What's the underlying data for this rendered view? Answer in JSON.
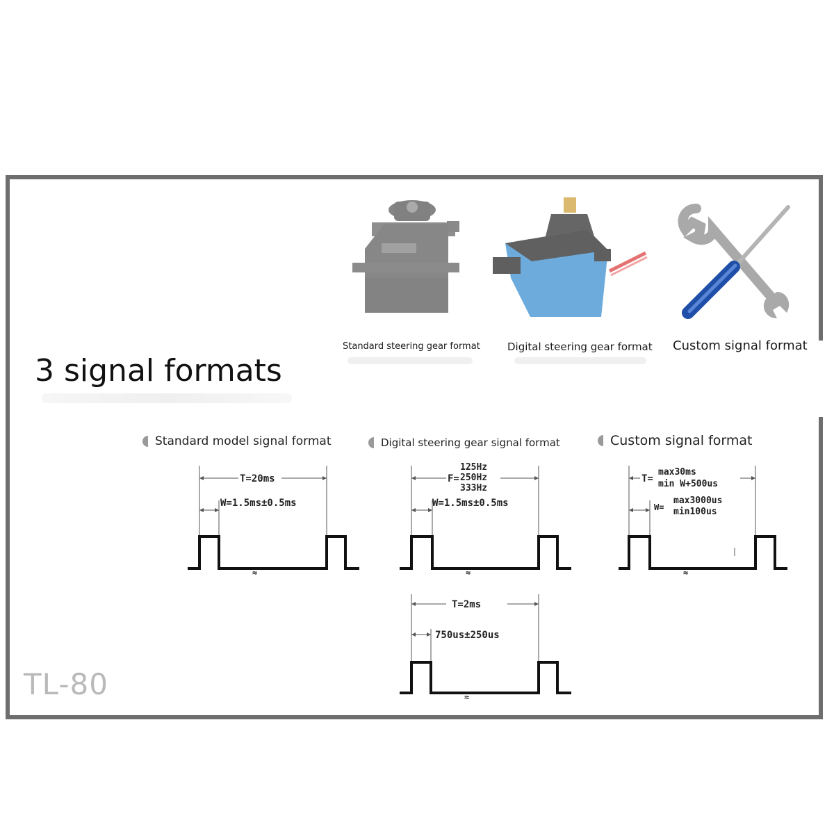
{
  "title": "3 signal formats",
  "brand": "TL-80",
  "products": [
    {
      "caption": "Standard steering gear format",
      "icon": "standard-servo-icon"
    },
    {
      "caption": "Digital steering gear format",
      "icon": "digital-servo-icon"
    },
    {
      "caption": "Custom signal format",
      "icon": "wrench-screwdriver-icon"
    }
  ],
  "sections": [
    {
      "label": "Standard model signal format",
      "t_label": "T=20ms",
      "w_label": "W=1.5ms±0.5ms"
    },
    {
      "label": "Digital steering gear signal format",
      "f_prefix": "F=",
      "f_values": [
        "125Hz",
        "250Hz",
        "333Hz"
      ],
      "w_label": "W=1.5ms±0.5ms"
    },
    {
      "label": "Custom signal format",
      "t_prefix": "T=",
      "t_max": "max30ms",
      "t_min": "min W+500us",
      "w_prefix": "W=",
      "w_max": "max3000us",
      "w_min": "min100us"
    }
  ],
  "extra_wave": {
    "t_label": "T=2ms",
    "w_label": "750us±250us"
  },
  "colors": {
    "frame": "#6e6e6e",
    "servo_blue": "#3d8fd1",
    "servo_black": "#2a2a2a",
    "tool_blue": "#1f4fa8"
  }
}
